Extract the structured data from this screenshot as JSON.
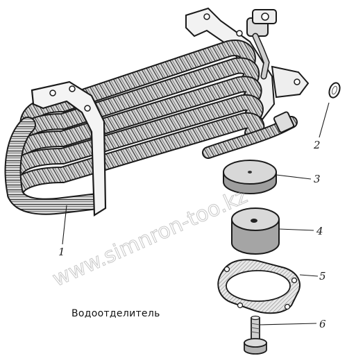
{
  "caption": "Водоотделитель",
  "watermark": "www.simnron-too.kz",
  "callouts": [
    {
      "id": "1",
      "text": "1"
    },
    {
      "id": "2",
      "text": "2"
    },
    {
      "id": "3",
      "text": "3"
    },
    {
      "id": "4",
      "text": "4"
    },
    {
      "id": "5",
      "text": "5"
    },
    {
      "id": "6",
      "text": "6"
    }
  ],
  "colors": {
    "ink": "#1a1a1a",
    "paper": "#ffffff",
    "watermark": "#9a9a9a"
  }
}
